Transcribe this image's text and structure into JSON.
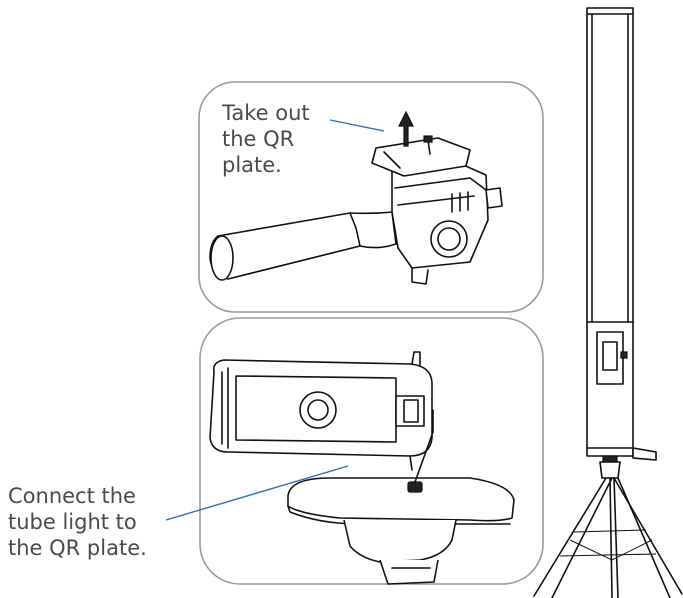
{
  "diagram": {
    "top_panel_label": [
      "Take out",
      "the QR",
      "plate."
    ],
    "bottom_panel_label": [
      "Connect the",
      "tube light to",
      "the QR plate."
    ]
  },
  "colors": {
    "label_text": "#4a4a4a",
    "callout_line": "#2f6fb3",
    "panel_border": "#9a9a9a",
    "line_art": "#111111"
  }
}
